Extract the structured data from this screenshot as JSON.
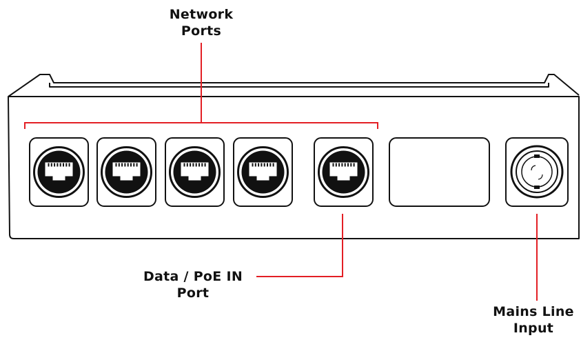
{
  "labels": {
    "network_ports": [
      "Network",
      "Ports"
    ],
    "data_poe": [
      "Data / PoE IN",
      "Port"
    ],
    "mains": [
      "Mains Line",
      "Input"
    ]
  },
  "ports": {
    "rj45": [
      {
        "name": "network-port-1",
        "group": "network"
      },
      {
        "name": "network-port-2",
        "group": "network"
      },
      {
        "name": "network-port-3",
        "group": "network"
      },
      {
        "name": "network-port-4",
        "group": "network"
      },
      {
        "name": "data-poe-in-port",
        "group": "poe"
      }
    ]
  },
  "colors": {
    "callout": "#e31e24",
    "outline": "#111111",
    "background": "#ffffff"
  }
}
